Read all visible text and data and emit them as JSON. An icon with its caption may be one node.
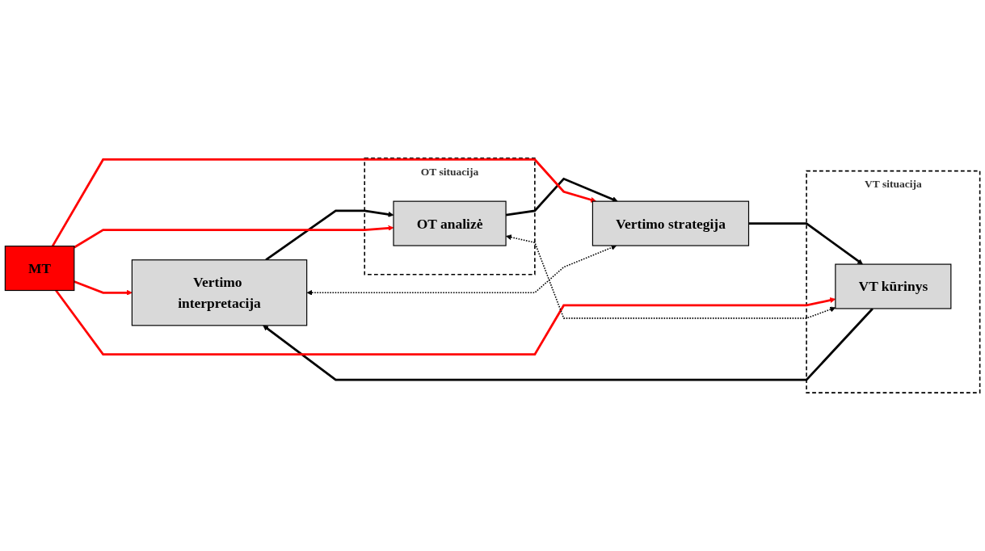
{
  "diagram": {
    "nodes": [
      {
        "text": [
          "Vertimo interpretacija"
        ]
      },
      {
        "text": [
          "OT situacija"
        ]
      },
      {
        "text": [
          "OT analizė"
        ],
        "in": 1
      },
      {
        "text": [
          "MT"
        ]
      },
      {
        "text": [
          "VT situacija"
        ]
      },
      {
        "text": [
          "VT kūrinys"
        ],
        "in": 4
      },
      {
        "text": [
          "Vertimo strategija"
        ]
      }
    ],
    "edges": [
      {
        "from": 0,
        "to": 2,
        "arrow": "to"
      },
      {
        "from": 2,
        "to": 6,
        "arrow": "to"
      },
      {
        "from": 6,
        "to": 5,
        "arrow": "to"
      },
      {
        "from": 5,
        "to": 0,
        "arrow": "to"
      },
      {
        "from": 3,
        "to": 0,
        "arrow": "to",
        "color": "#ff0000"
      },
      {
        "from": 3,
        "to": 2,
        "arrow": "to",
        "color": "#ff0000"
      },
      {
        "from": 3,
        "to": 5,
        "arrow": "to",
        "color": "#ff0000"
      },
      {
        "from": 3,
        "to": 6,
        "arrow": "to",
        "color": "#ff0000"
      },
      {
        "from": 2,
        "to": 5,
        "arrow": "both",
        "style": "dashed"
      },
      {
        "from": 0,
        "to": 6,
        "arrow": "both",
        "style": "dashed"
      }
    ]
  }
}
